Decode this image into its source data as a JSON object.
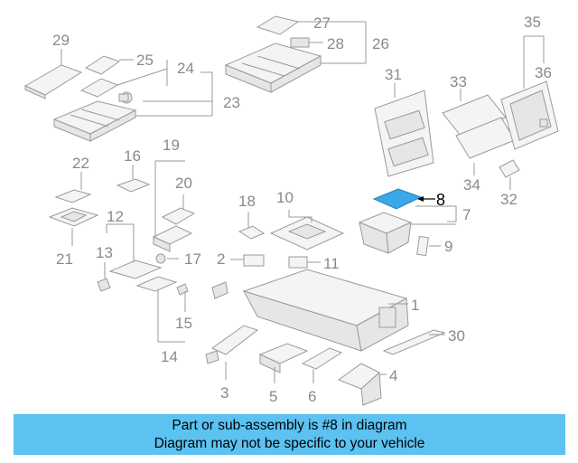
{
  "callouts": {
    "c1": "1",
    "c2": "2",
    "c3": "3",
    "c4": "4",
    "c5": "5",
    "c6": "6",
    "c7": "7",
    "c8": "8",
    "c9": "9",
    "c10": "10",
    "c11": "11",
    "c12": "12",
    "c13": "13",
    "c14": "14",
    "c15": "15",
    "c16": "16",
    "c17": "17",
    "c18": "18",
    "c19": "19",
    "c20": "20",
    "c21": "21",
    "c22": "22",
    "c23": "23",
    "c24": "24",
    "c25": "25",
    "c26": "26",
    "c27": "27",
    "c28": "28",
    "c29": "29",
    "c30": "30",
    "c31": "31",
    "c32": "32",
    "c33": "33",
    "c34": "34",
    "c35": "35",
    "c36": "36"
  },
  "highlight": {
    "part_number": "8",
    "color": "#3aa7e8"
  },
  "banner": {
    "line1": "Part or sub-assembly is #8 in diagram",
    "line2": "Diagram may not be specific to your vehicle",
    "background": "#5bc2f2"
  }
}
